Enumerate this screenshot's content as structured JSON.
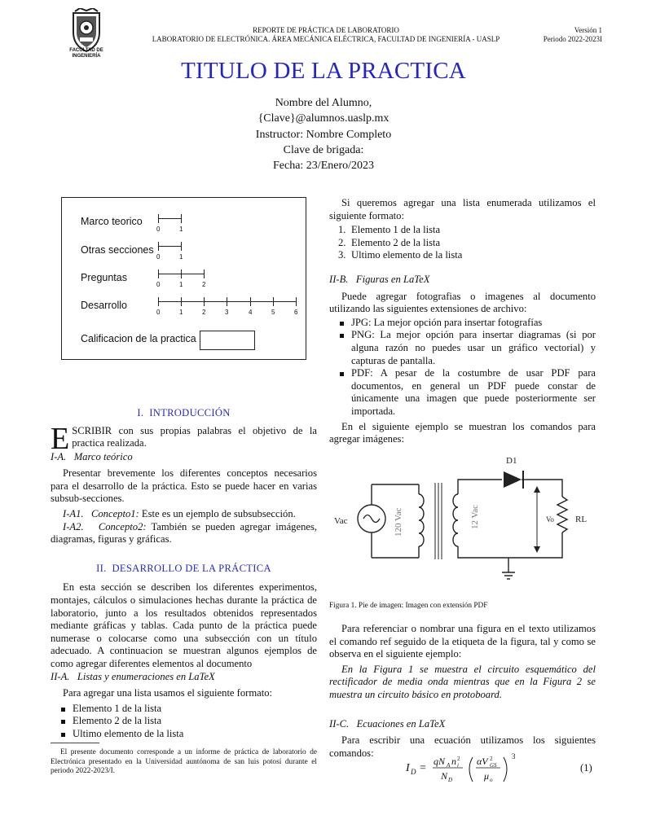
{
  "header": {
    "line1": "REPORTE DE PRÁCTICA DE LABORATORIO",
    "line2": "LABORATORIO DE ELECTRÓNICA. ÁREA MECÁNICA ELÉCTRICA, FACULTAD DE INGENIERÍA - UASLP",
    "version": "Versión 1",
    "period": "Periodo 2022-2023I",
    "logo_text_1": "FACULTAD DE",
    "logo_text_2": "INGENIERÍA"
  },
  "title": "TITULO DE LA PRACTICA",
  "authors": [
    "Nombre del Alumno,",
    "{Clave}@alumnos.uaslp.mx",
    "Instructor: Nombre Completo",
    "Clave de brigada:",
    "Fecha: 23/Enero/2023"
  ],
  "score_table": {
    "rows": [
      {
        "label": "Marco teorico",
        "ticks": [
          "0",
          "1"
        ]
      },
      {
        "label": "Otras secciones",
        "ticks": [
          "0",
          "1"
        ]
      },
      {
        "label": "Preguntas",
        "ticks": [
          "0",
          "1",
          "2"
        ]
      },
      {
        "label": "Desarrollo",
        "ticks": [
          "0",
          "1",
          "2",
          "3",
          "4",
          "5",
          "6"
        ]
      }
    ],
    "grade_label": "Calificacion de la practica"
  },
  "sections": {
    "intro": {
      "num": "I.",
      "title": "INTRODUCCIÓN",
      "dropcap": "E",
      "first": "SCRIBIR con sus propias palabras el objetivo de la practica realizada.",
      "marco_num": "I-A.",
      "marco_title": "Marco teórico",
      "marco_text": "Presentar brevemente los diferentes conceptos necesarios para el desarrollo de la práctica. Esto se puede hacer en varias subsub-secciones.",
      "c1_num": "I-A1.",
      "c1_title": "Concepto1:",
      "c1_text": "Este es un ejemplo de subsubsección.",
      "c2_num": "I-A2.",
      "c2_title": "Concepto2:",
      "c2_text": "También se pueden agregar imágenes, diagramas, figuras y gráficas."
    },
    "dev": {
      "num": "II.",
      "title": "DESARROLLO DE LA PRÁCTICA",
      "text": "En esta sección se describen los diferentes experimentos, montajes, cálculos o simulaciones hechas durante la práctica de laboratorio, junto a los resultados obtenidos representados mediante gráficas y tablas. Cada punto de la práctica puede numerase o colocarse como una subsección con un título adecuado. A continuacion se muestran algunos ejemplos de como agregar diferentes elementos al documento",
      "lists_num": "II-A.",
      "lists_title": "Listas y enumeraciones en LaTeX",
      "lists_intro": "Para agregar una lista usamos el siguiente formato:",
      "bullets": [
        "Elemento 1 de la lista",
        "Elemento 2 de la lista",
        "Ultimo elemento de la lista"
      ]
    },
    "right": {
      "enum_intro": "Si queremos agregar una lista enumerada utilizamos el siguiente formato:",
      "enum": [
        {
          "n": "1.",
          "t": "Elemento 1 de la lista"
        },
        {
          "n": "2.",
          "t": "Elemento 2 de la lista"
        },
        {
          "n": "3.",
          "t": "Ultimo elemento de la lista"
        }
      ],
      "fig_num": "II-B.",
      "fig_title": "Figuras en LaTeX",
      "fig_intro": "Puede agregar fotografias o imagenes al documento utilizando las siguientes extensiones de archivo:",
      "fig_bullets": [
        "JPG: La mejor opción para insertar fotografías",
        "PNG: La mejor opción para insertar diagramas (si por alguna razón no puedes usar un gráfico vectorial) y capturas de pantalla.",
        "PDF: A pesar de la costumbre de usar PDF para documentos, en general un PDF puede constar de únicamente una imagen que puede posteriormente ser importada."
      ],
      "fig_example": "En el siguiente ejemplo se muestran los comandos para agregar imágenes:",
      "caption": "Figura 1.  Pie de imagen: Imagen con extensión PDF",
      "ref_text": "Para referenciar o nombrar una figura en el texto utilizamos el comando ref seguido de la etiqueta de la figura, tal y como se observa en el siguiente ejemplo:",
      "ref_example": "En la Figura 1 se muestra el circuito esquemático del rectificador de media onda mientras que en la Figura 2 se muestra un circuito básico en protoboard.",
      "eq_num": "II-C.",
      "eq_title": "Ecuaciones en LaTeX",
      "eq_intro": "Para escribir una ecuación utilizamos los siguientes comandos:",
      "eq_label": "(1)"
    }
  },
  "circuit": {
    "d1": "D1",
    "vac": "Vac",
    "primary": "120 Vac",
    "secondary": "12 Vac",
    "vo": "Vo",
    "rl": "RL"
  },
  "footnote": "El presente documento corresponde a un informe de práctica de laboratorio de Electrónica presentado en la Universidad auntónoma de san luis potosí durante el periodo 2022-2023/I."
}
